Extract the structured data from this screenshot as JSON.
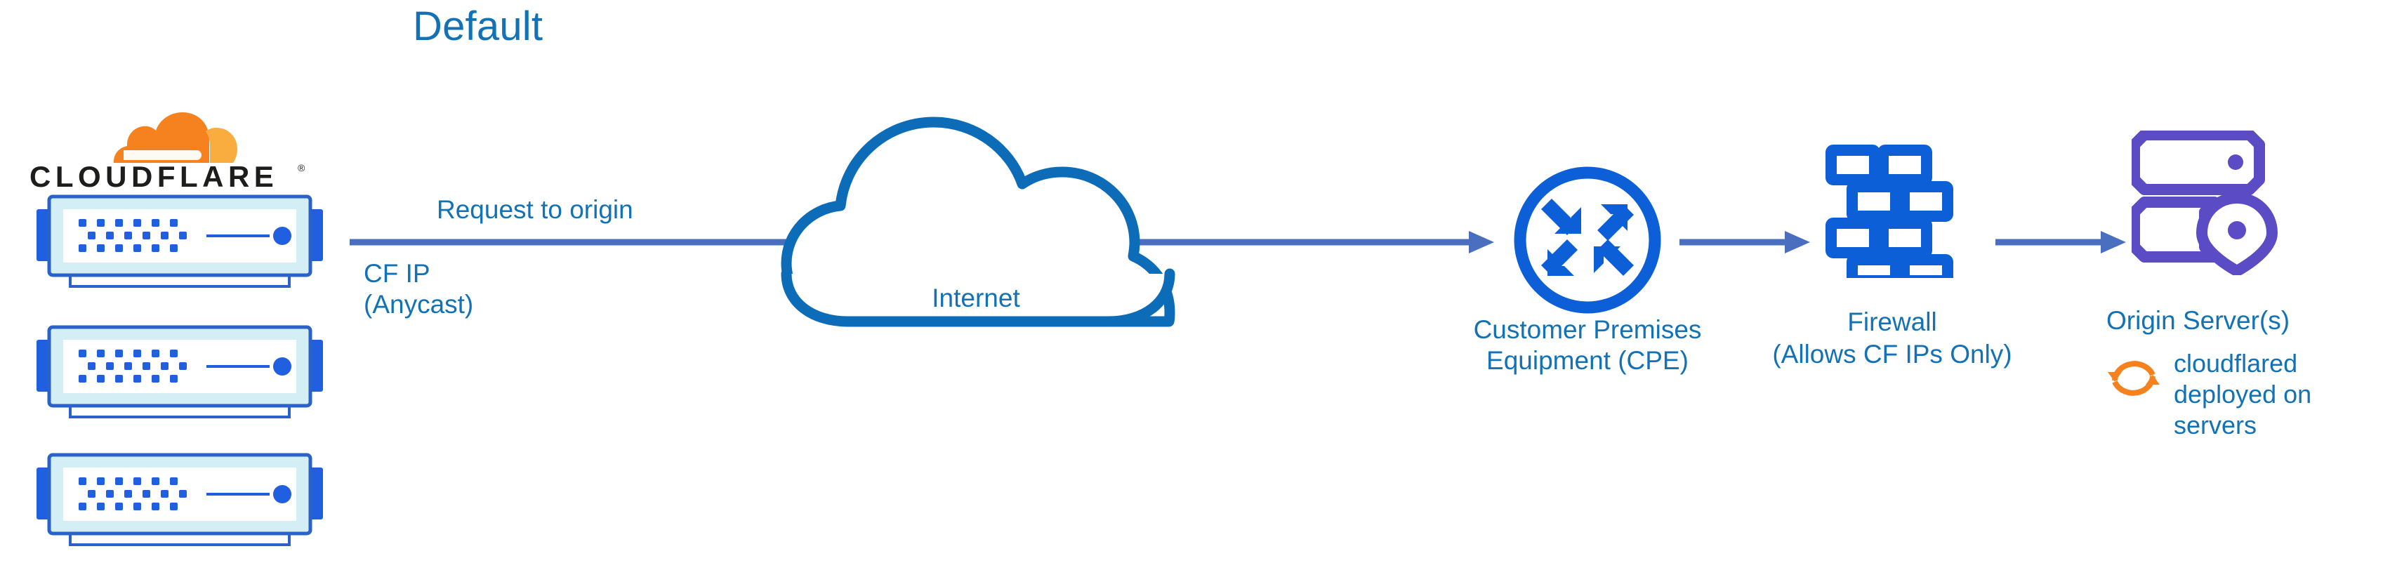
{
  "diagram": {
    "title": "Default",
    "title_color": "#1272b5",
    "background": "#ffffff",
    "accent_blue": "#1272b5",
    "icon_blue": "#0d5fd8",
    "arrow_blue": "#4a6fbe",
    "cloud_blue": "#0d6cb8",
    "origin_purple": "#5b4bc4",
    "cloudflare_orange": "#f6821f"
  },
  "cloudflare_cluster": {
    "logo_name": "cloudflare-logo",
    "logo_wordmark": "CLOUDFLARE",
    "servers": [
      {
        "name": "cloudflare-server-1"
      },
      {
        "name": "cloudflare-server-2"
      },
      {
        "name": "cloudflare-server-3"
      }
    ],
    "ip_label_line1": "CF IP",
    "ip_label_line2": "(Anycast)"
  },
  "flow": {
    "request_label": "Request to origin",
    "arrows": [
      {
        "name": "arrow-cloudflare-to-cpe"
      },
      {
        "name": "arrow-cpe-to-firewall"
      },
      {
        "name": "arrow-firewall-to-origin"
      }
    ]
  },
  "internet": {
    "label": "Internet",
    "icon": "cloud-icon"
  },
  "cpe": {
    "label_line1": "Customer Premises",
    "label_line2": "Equipment (CPE)",
    "icon": "router-icon"
  },
  "firewall": {
    "label_line1": "Firewall",
    "label_line2": "(Allows CF IPs Only)",
    "icon": "brick-wall-icon"
  },
  "origin": {
    "label": "Origin Server(s)",
    "icon": "server-location-icon",
    "note_line1": "cloudflared",
    "note_line2": "deployed on",
    "note_line3": "servers",
    "note_icon": "sync-arrows-icon"
  }
}
